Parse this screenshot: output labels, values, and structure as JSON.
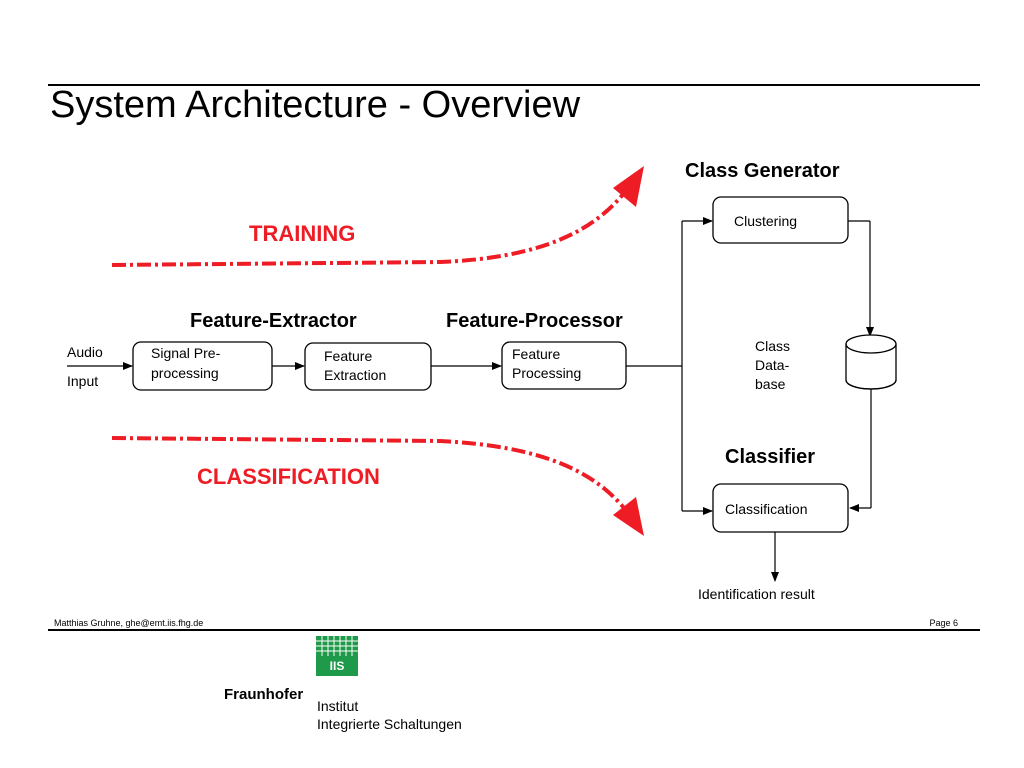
{
  "slide": {
    "title": "System Architecture - Overview"
  },
  "diagram": {
    "flows": {
      "training": "TRAINING",
      "classification": "CLASSIFICATION"
    },
    "groups": {
      "class_generator": "Class Generator",
      "feature_extractor": "Feature-Extractor",
      "feature_processor": "Feature-Processor",
      "classifier": "Classifier"
    },
    "input": {
      "line1": "Audio",
      "line2": "Input"
    },
    "boxes": {
      "signal": {
        "line1": "Signal Pre-",
        "line2": "processing"
      },
      "extraction": {
        "line1": "Feature",
        "line2": "Extraction"
      },
      "processing": {
        "line1": "Feature",
        "line2": "Processing"
      },
      "clustering": "Clustering",
      "classification": "Classification"
    },
    "database": {
      "line1": "Class",
      "line2": "Data-",
      "line3": "base"
    },
    "output": "Identification result",
    "colors": {
      "flow_red": "#ee1c24",
      "stroke": "#000000",
      "logo_green": "#1f9a4a"
    }
  },
  "footer": {
    "author": "Matthias Gruhne, ghe@emt.iis.fhg.de",
    "page": "Page 6"
  },
  "branding": {
    "organization": "Fraunhofer",
    "institute_line1": "Institut",
    "institute_line2": "Integrierte Schaltungen",
    "logo_text": "IIS",
    "logo_icon": "fraunhofer-iis-logo-icon"
  }
}
